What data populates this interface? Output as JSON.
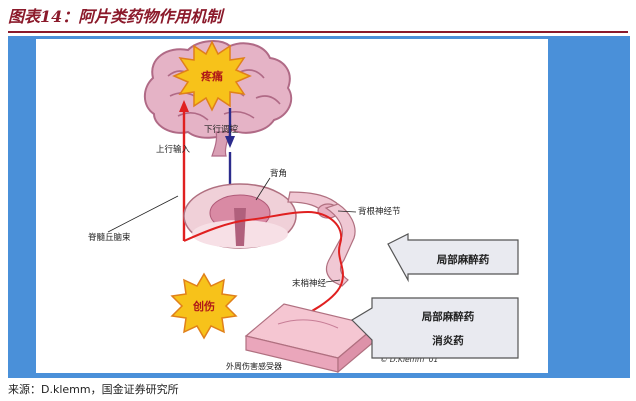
{
  "figure_title": "图表14：阿片类药物作用机制",
  "source_note": "来源：D.klemm，国金证券研究所",
  "labels": {
    "pain": "疼痛",
    "descending_control": "下行调控",
    "ascending_input": "上行输入",
    "dorsal_horn": "背角",
    "dorsal_root_ganglion": "背根神经节",
    "spinothalamic_tract": "脊髓丘脑束",
    "peripheral_nerve": "末梢神经",
    "injury": "创伤",
    "nociceptor": "外周伤害感受器",
    "credit": "© D.Klemm '01"
  },
  "callouts": {
    "local_anesthetic_1": "局部麻醉药",
    "local_anesthetic_2": "局部麻醉药",
    "anti_inflammatory": "消炎药"
  },
  "colors": {
    "title": "#8b1a2b",
    "panel_background": "#4a90d9",
    "pathway_red": "#e02020",
    "pathway_blue": "#2b2b8c",
    "star_fill": "#f7c21a",
    "star_stroke": "#e0801a",
    "brain": "#d9a0b5"
  }
}
